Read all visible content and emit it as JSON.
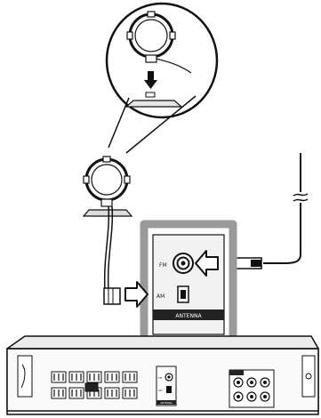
{
  "panel": {
    "fm_label": "FM",
    "am_label": "AM",
    "antenna_label": "ANTENNA"
  },
  "device": {
    "small_fm_label": "FM",
    "small_am_label": "AM",
    "small_antenna_label": "ANTENNA"
  },
  "colors": {
    "callout_gray": "#9a9a9a",
    "panel_fill": "#f2f2f2",
    "line": "#111111",
    "label_bar": "#222222"
  }
}
